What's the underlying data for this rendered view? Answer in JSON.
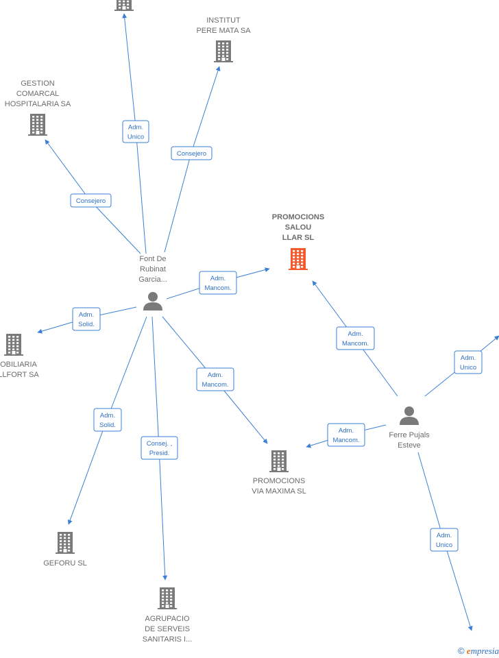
{
  "colors": {
    "edge": "#3a7fd5",
    "node": "#7a7a7a",
    "main_node": "#f25a2e",
    "label": "#6b6b6b"
  },
  "nodes": [
    {
      "id": "top",
      "type": "company",
      "label": []
    },
    {
      "id": "institut",
      "type": "company",
      "label": [
        "INSTITUT",
        "PERE MATA SA"
      ]
    },
    {
      "id": "gestion",
      "type": "company",
      "label": [
        "GESTION",
        "COMARCAL",
        "HOSPITALARIA SA"
      ]
    },
    {
      "id": "promsalou",
      "type": "company",
      "main": true,
      "label": [
        "PROMOCIONS",
        "SALOU",
        "LLAR  SL"
      ]
    },
    {
      "id": "font",
      "type": "person",
      "label": [
        "Font De",
        "Rubinat",
        "Garcia..."
      ]
    },
    {
      "id": "inmob",
      "type": "company",
      "label": [
        "OBILIARIA",
        "LLFORT SA"
      ]
    },
    {
      "id": "ferre",
      "type": "person",
      "label": [
        "Ferre Pujals",
        "Esteve"
      ]
    },
    {
      "id": "viamax",
      "type": "company",
      "label": [
        "PROMOCIONS",
        "VIA MAXIMA  SL"
      ]
    },
    {
      "id": "geforu",
      "type": "company",
      "label": [
        "GEFORU SL"
      ]
    },
    {
      "id": "agrup",
      "type": "company",
      "label": [
        "AGRUPACIO",
        "DE SERVEIS",
        "SANITARIS I..."
      ]
    },
    {
      "id": "offright",
      "type": "company",
      "label": []
    },
    {
      "id": "offbottom",
      "type": "company",
      "label": []
    }
  ],
  "edges": [
    {
      "id": "font-top",
      "label": [
        "Adm.",
        "Unico"
      ]
    },
    {
      "id": "font-institut",
      "label": [
        "Consejero"
      ]
    },
    {
      "id": "font-gestion",
      "label": [
        "Consejero"
      ]
    },
    {
      "id": "font-promsalou",
      "label": [
        "Adm.",
        "Mancom."
      ]
    },
    {
      "id": "font-inmob",
      "label": [
        "Adm.",
        "Solid."
      ]
    },
    {
      "id": "font-viamax",
      "label": [
        "Adm.",
        "Mancom."
      ]
    },
    {
      "id": "font-geforu",
      "label": [
        "Adm.",
        "Solid."
      ]
    },
    {
      "id": "font-agrup",
      "label": [
        "Consej. ,",
        "Presid."
      ]
    },
    {
      "id": "ferre-promsalou",
      "label": [
        "Adm.",
        "Mancom."
      ]
    },
    {
      "id": "ferre-viamax",
      "label": [
        "Adm.",
        "Mancom."
      ]
    },
    {
      "id": "ferre-offright",
      "label": [
        "Adm.",
        "Unico"
      ]
    },
    {
      "id": "ferre-offbottom",
      "label": [
        "Adm.",
        "Unico"
      ]
    }
  ],
  "brand": {
    "copyright": "©",
    "initial": "e",
    "name": "mpresia"
  }
}
